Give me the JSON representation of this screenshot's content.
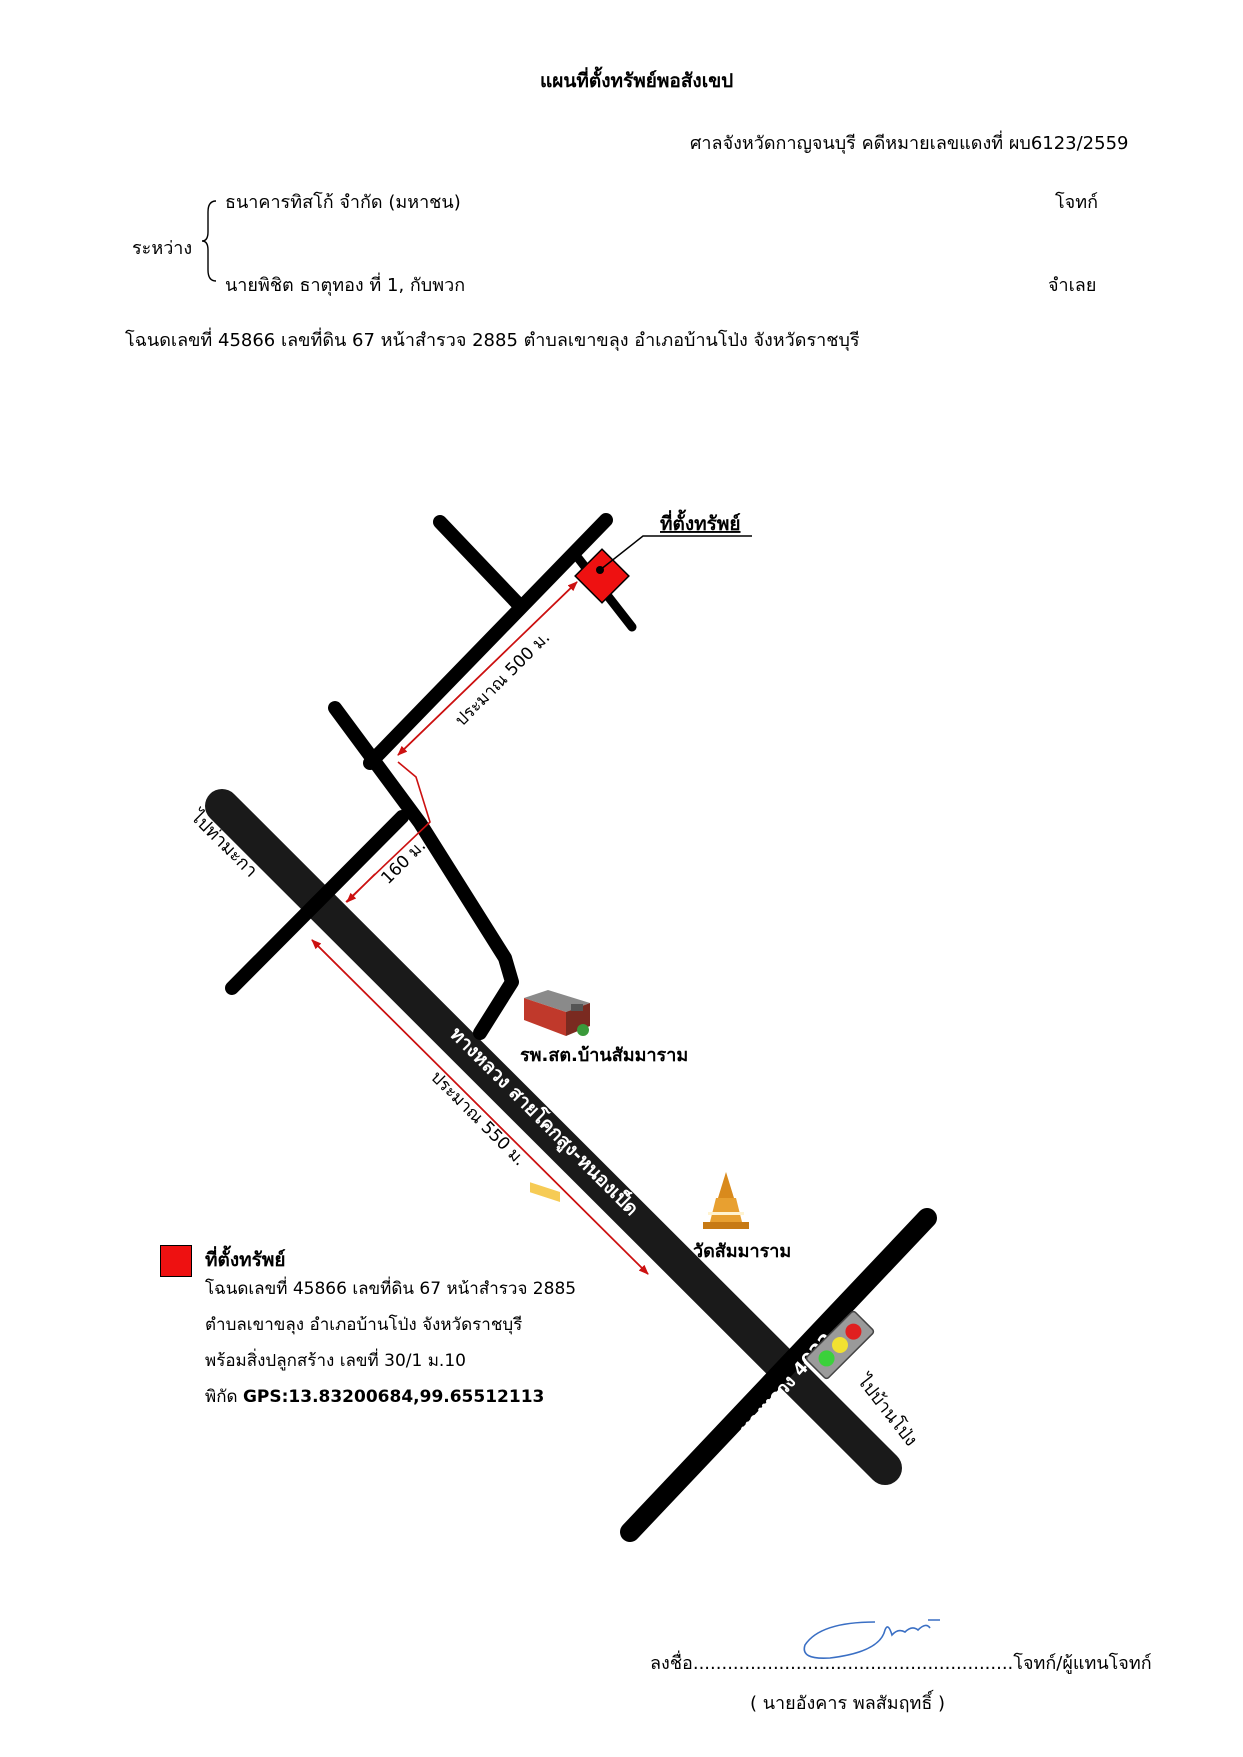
{
  "header": {
    "title": "แผนที่ตั้งทรัพย์พอสังเขป",
    "court_line": "ศาลจังหวัดกาญจนบุรี คดีหมายเลขแดงที่ ผบ6123/2559",
    "between_label": "ระหว่าง",
    "plaintiff_name": "ธนาคารทิสโก้ จำกัด (มหาชน)",
    "plaintiff_role": "โจทก์",
    "defendant_name": "นายพิชิต ธาตุทอง ที่ 1, กับพวก",
    "defendant_role": "จำเลย",
    "deed_line": "โฉนดเลขที่ 45866 เลขที่ดิน 67 หน้าสำรวจ 2885 ตำบลเขาขลุง  อำเภอบ้านโป่ง จังหวัดราชบุรี"
  },
  "map": {
    "property_label": "ที่ตั้งทรัพย์",
    "dist_500": "ประมาณ 500 ม.",
    "dist_160": "160 ม.",
    "dist_550": "ประมาณ 550 ม.",
    "to_thamaka": "ไปท่ามะกา",
    "to_banpong": "ไปบ้านโป่ง",
    "main_road": "ทางหลวง สายโคกสูง-หนองเป็ด",
    "highway_4022": "ทางหลวง 4022",
    "health_center": "รพ.สต.บ้านสัมมาราม",
    "temple": "วัดสัมมาราม",
    "colors": {
      "road": "#000000",
      "marker": "#ee1111",
      "arrow": "#cc1111"
    }
  },
  "legend": {
    "title": "ที่ตั้งทรัพย์",
    "line1": "โฉนดเลขที่ 45866 เลขที่ดิน 67 หน้าสำรวจ 2885",
    "line2": "ตำบลเขาขลุง  อำเภอบ้านโป่ง จังหวัดราชบุรี",
    "line3": "พร้อมสิ่งปลูกสร้าง เลขที่ 30/1 ม.10",
    "gps_prefix": "พิกัด ",
    "gps_value": "GPS:13.83200684,99.65512113"
  },
  "signature": {
    "sign_label": "ลงชื่อ",
    "dots": "........................................................",
    "role": "โจทก์/ผู้แทนโจทก์",
    "name": "( นายอังคาร พลสัมฤทธิ์ )"
  }
}
